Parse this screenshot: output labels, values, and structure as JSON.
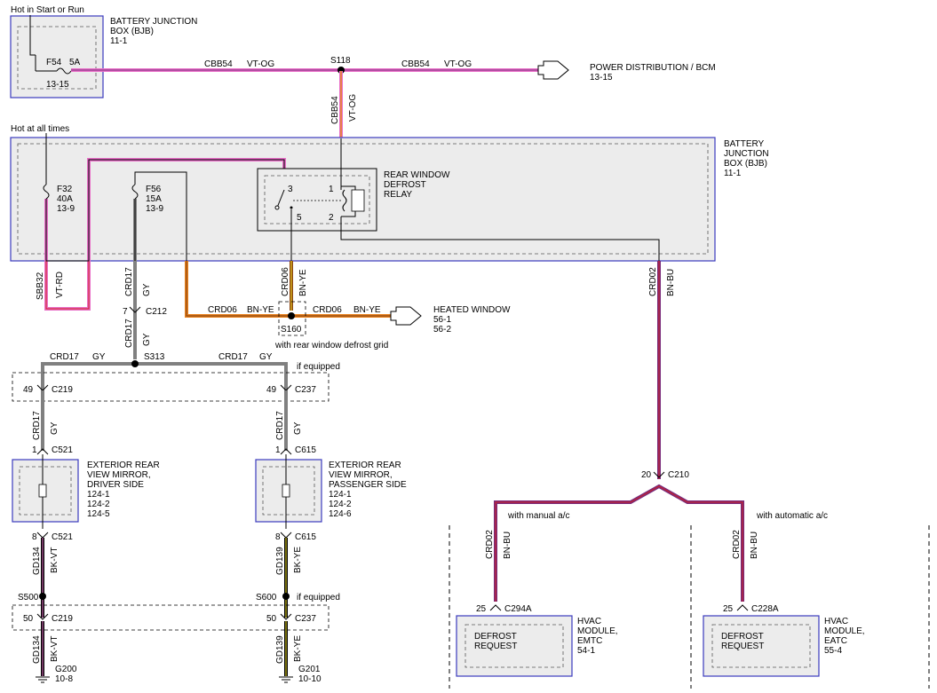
{
  "labels": {
    "hot_run": "Hot in Start or Run",
    "bjb_top_1": "BATTERY JUNCTION",
    "bjb_top_2": "BOX (BJB)",
    "bjb_top_3": "11-1",
    "f54": "F54",
    "f54_amp": "5A",
    "f54_ref": "13-15",
    "cbb54_a": "CBB54",
    "vtog_a": "VT-OG",
    "s118": "S118",
    "cbb54_b": "CBB54",
    "vtog_b": "VT-OG",
    "pd_1": "POWER DISTRIBUTION / BCM",
    "pd_2": "13-15",
    "cbb54_v": "CBB54",
    "vtog_v": "VT-OG",
    "hot_all": "Hot at all times",
    "bjb_main_1": "BATTERY",
    "bjb_main_2": "JUNCTION",
    "bjb_main_3": "BOX (BJB)",
    "bjb_main_4": "11-1",
    "f32": "F32",
    "f32_amp": "40A",
    "f32_ref": "13-9",
    "f56": "F56",
    "f56_amp": "15A",
    "f56_ref": "13-9",
    "relay_1": "REAR WINDOW",
    "relay_2": "DEFROST",
    "relay_3": "RELAY",
    "pin3": "3",
    "pin1": "1",
    "pin5": "5",
    "pin2": "2",
    "sbb32": "SBB32",
    "vtrd": "VT-RD",
    "crd17_v1": "CRD17",
    "gy_v1": "GY",
    "crd06_v": "CRD06",
    "bnye_v": "BN-YE",
    "crd02_v1": "CRD02",
    "bnbu_v1": "BN-BU",
    "c212_pin": "7",
    "c212": "C212",
    "crd06_h1": "CRD06",
    "bnye_h1": "BN-YE",
    "crd06_h2": "CRD06",
    "bnye_h2": "BN-YE",
    "s160": "S160",
    "hw_1": "HEATED WINDOW",
    "hw_2": "56-1",
    "hw_3": "56-2",
    "grid_note": "with rear window defrost grid",
    "crd17_v2": "CRD17",
    "gy_v2": "GY",
    "crd17_h1": "CRD17",
    "gy_h1": "GY",
    "s313": "S313",
    "crd17_h2": "CRD17",
    "gy_h2": "GY",
    "if_eq_1": "if equipped",
    "c219_pin": "49",
    "c219": "C219",
    "c237_pin": "49",
    "c237": "C237",
    "crd17_v3": "CRD17",
    "gy_v3": "GY",
    "crd17_v4": "CRD17",
    "gy_v4": "GY",
    "c521_pin": "1",
    "c521": "C521",
    "c615_pin": "1",
    "c615": "C615",
    "mir_d_1": "EXTERIOR REAR",
    "mir_d_2": "VIEW MIRROR,",
    "mir_d_3": "DRIVER SIDE",
    "mir_d_4": "124-1",
    "mir_d_5": "124-2",
    "mir_d_6": "124-5",
    "mir_p_1": "EXTERIOR REAR",
    "mir_p_2": "VIEW MIRROR,",
    "mir_p_3": "PASSENGER SIDE",
    "mir_p_4": "124-1",
    "mir_p_5": "124-2",
    "mir_p_6": "124-6",
    "c521b_pin": "8",
    "c521b": "C521",
    "c615b_pin": "8",
    "c615b": "C615",
    "gd134_1": "GD134",
    "bkvt_1": "BK-VT",
    "gd139_1": "GD139",
    "bkye_1": "BK-YE",
    "s500": "S500",
    "s600": "S600",
    "if_eq_2": "if equipped",
    "c219b_pin": "50",
    "c219b": "C219",
    "c237b_pin": "50",
    "c237b": "C237",
    "gd134_2": "GD134",
    "bkvt_2": "BK-VT",
    "gd139_2": "GD139",
    "bkye_2": "BK-YE",
    "g200": "G200",
    "g200_ref": "10-8",
    "g201": "G201",
    "g201_ref": "10-10",
    "c210_pin": "20",
    "c210": "C210",
    "manual": "with manual a/c",
    "automatic": "with automatic a/c",
    "crd02_v2": "CRD02",
    "bnbu_v2": "BN-BU",
    "crd02_v3": "CRD02",
    "bnbu_v3": "BN-BU",
    "c294_pin": "25",
    "c294": "C294A",
    "c228_pin": "25",
    "c228": "C228A",
    "df1_1": "DEFROST",
    "df1_2": "REQUEST",
    "df2_1": "DEFROST",
    "df2_2": "REQUEST",
    "emtc_1": "HVAC",
    "emtc_2": "MODULE,",
    "emtc_3": "EMTC",
    "emtc_4": "54-1",
    "eatc_1": "HVAC",
    "eatc_2": "MODULE,",
    "eatc_3": "EATC",
    "eatc_4": "55-4"
  },
  "wire_colors": {
    "violet": "#7a2a7a",
    "pink": "#e870c8",
    "orange": "#e8821e",
    "brown": "#8b4513",
    "red": "#d02020",
    "gray": "#808080",
    "black": "#000000",
    "yellow": "#f0e020",
    "blue": "#2040c0",
    "box_border": "#3b3bbf"
  }
}
